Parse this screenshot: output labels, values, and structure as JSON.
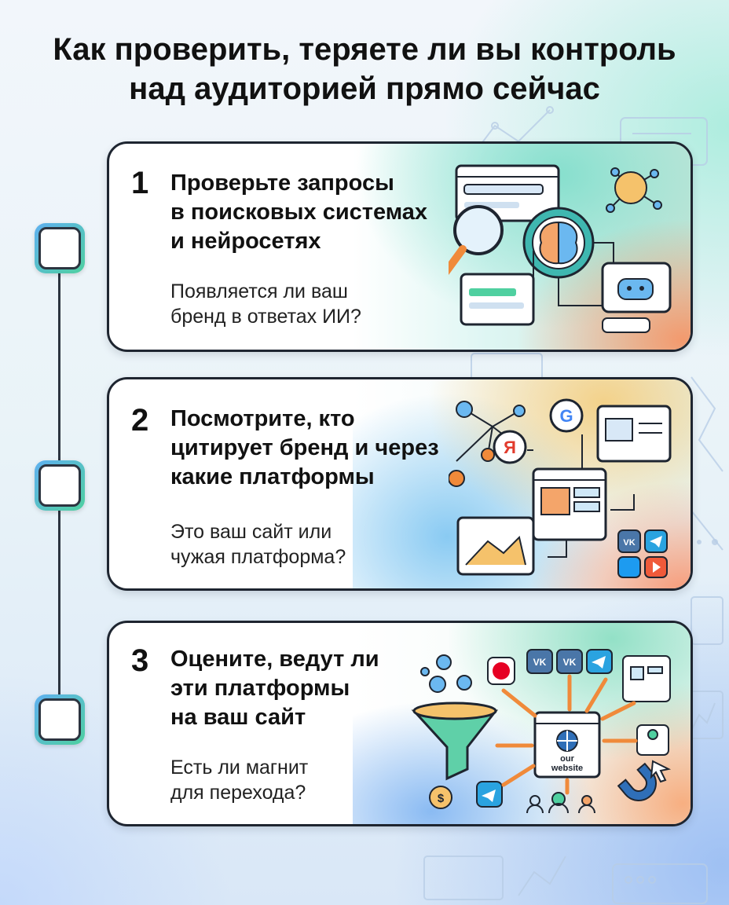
{
  "title": {
    "line1": "Как проверить, теряете ли вы контроль",
    "line2": "над аудиторией прямо сейчас"
  },
  "steps": [
    {
      "number": "1",
      "heading": [
        "Проверьте запросы",
        "в поисковых системах",
        "и нейросетях"
      ],
      "question": [
        "Появляется ли ваш",
        "бренд в ответах ИИ?"
      ]
    },
    {
      "number": "2",
      "heading": [
        "Посмотрите, кто",
        "цитирует бренд и через",
        "какие платформы"
      ],
      "question": [
        "Это ваш сайт или",
        "чужая платформа?"
      ]
    },
    {
      "number": "3",
      "heading": [
        "Оцените, ведут ли",
        "эти платформы",
        "на ваш сайт"
      ],
      "question": [
        "Есть ли магнит",
        "для перехода?"
      ]
    }
  ],
  "illustration_labels": {
    "yandex": "Я",
    "google": "G",
    "vk": "VK",
    "website_line1": "our",
    "website_line2": "website",
    "dollar": "$"
  },
  "icons": [
    "magnifier-icon",
    "brain-icon",
    "robot-icon",
    "network-icon",
    "yandex-icon",
    "google-icon",
    "vk-icon",
    "telegram-icon",
    "twitter-icon",
    "youtube-icon",
    "pinterest-icon",
    "funnel-icon",
    "globe-icon",
    "magnet-icon",
    "user-icon",
    "cursor-icon"
  ],
  "colors": {
    "accent_blue": "#3d8ee0",
    "accent_green": "#4fd0a0",
    "accent_orange": "#f08a3a",
    "text_dark": "#111111"
  }
}
